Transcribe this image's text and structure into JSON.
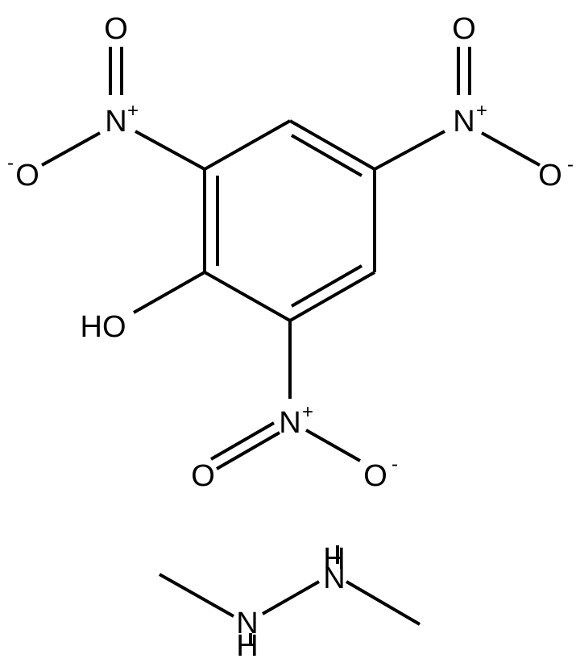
{
  "molecule_1": {
    "nitro_top_left": {
      "o_top": "O",
      "n": "N",
      "n_charge": "+",
      "o_side": "O",
      "o_side_charge": "-"
    },
    "nitro_top_right": {
      "o_top": "O",
      "n": "N",
      "n_charge": "+",
      "o_side": "O",
      "o_side_charge": "-"
    },
    "nitro_bottom": {
      "n": "N",
      "n_charge": "+",
      "o_double": "O",
      "o_single": "O",
      "o_single_charge": "-"
    },
    "hydroxyl": "HO"
  },
  "molecule_2": {
    "nh_top": {
      "n": "N",
      "h": "H"
    },
    "nh_bottom": {
      "n": "N",
      "h": "H"
    }
  }
}
